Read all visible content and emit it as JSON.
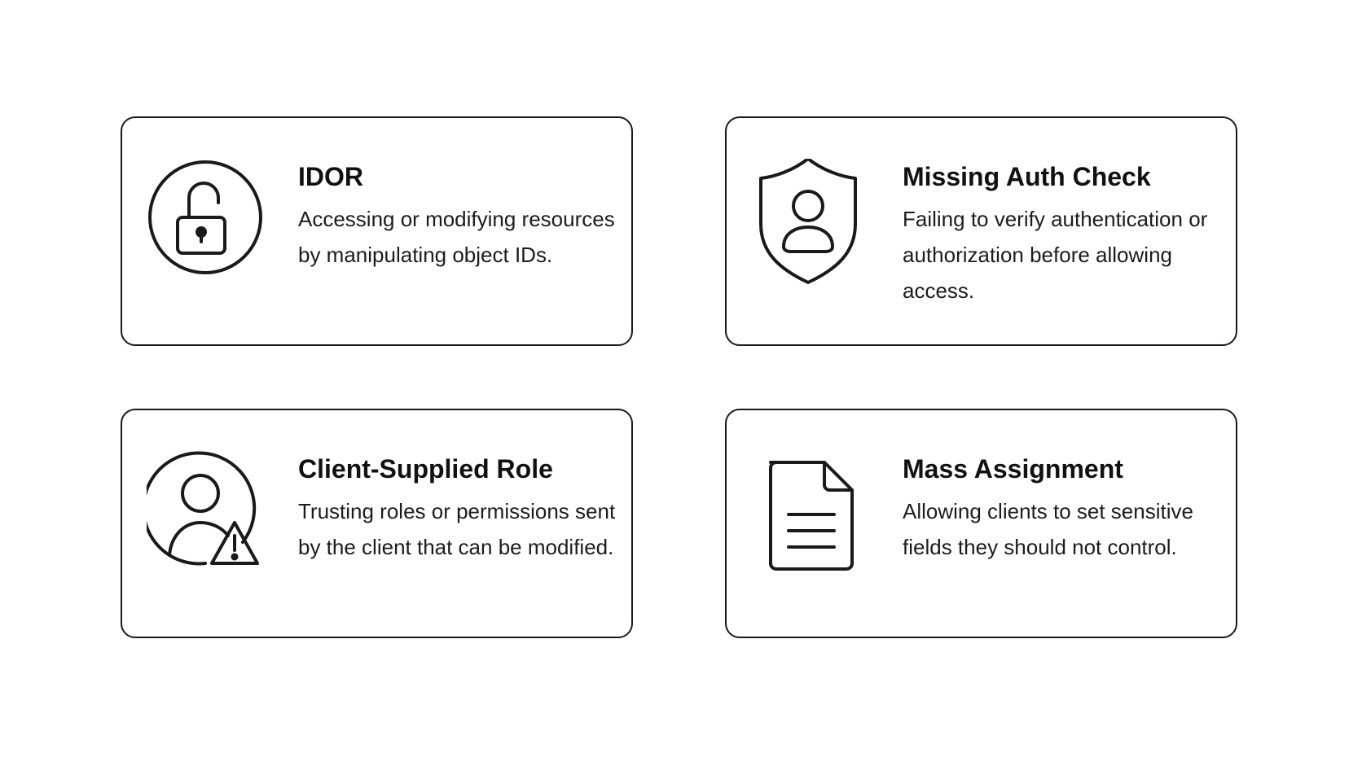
{
  "cards": [
    {
      "title": "IDOR",
      "description": "Accessing or modifying resources by manipulating object IDs.",
      "icon": "unlocked-padlock-in-circle-icon"
    },
    {
      "title": "Missing Auth Check",
      "description": "Failing to verify authentication or authorization before allowing access.",
      "icon": "shield-user-icon"
    },
    {
      "title": "Client-Supplied Role",
      "description": "Trusting roles or permissions sent by the client that can be modified.",
      "icon": "user-warning-icon"
    },
    {
      "title": "Mass Assignment",
      "description": "Allowing clients to set sensitive fields they should not control.",
      "icon": "document-icon"
    }
  ],
  "colors": {
    "stroke": "#1a1a1a",
    "background": "#ffffff",
    "text": "#111111"
  }
}
